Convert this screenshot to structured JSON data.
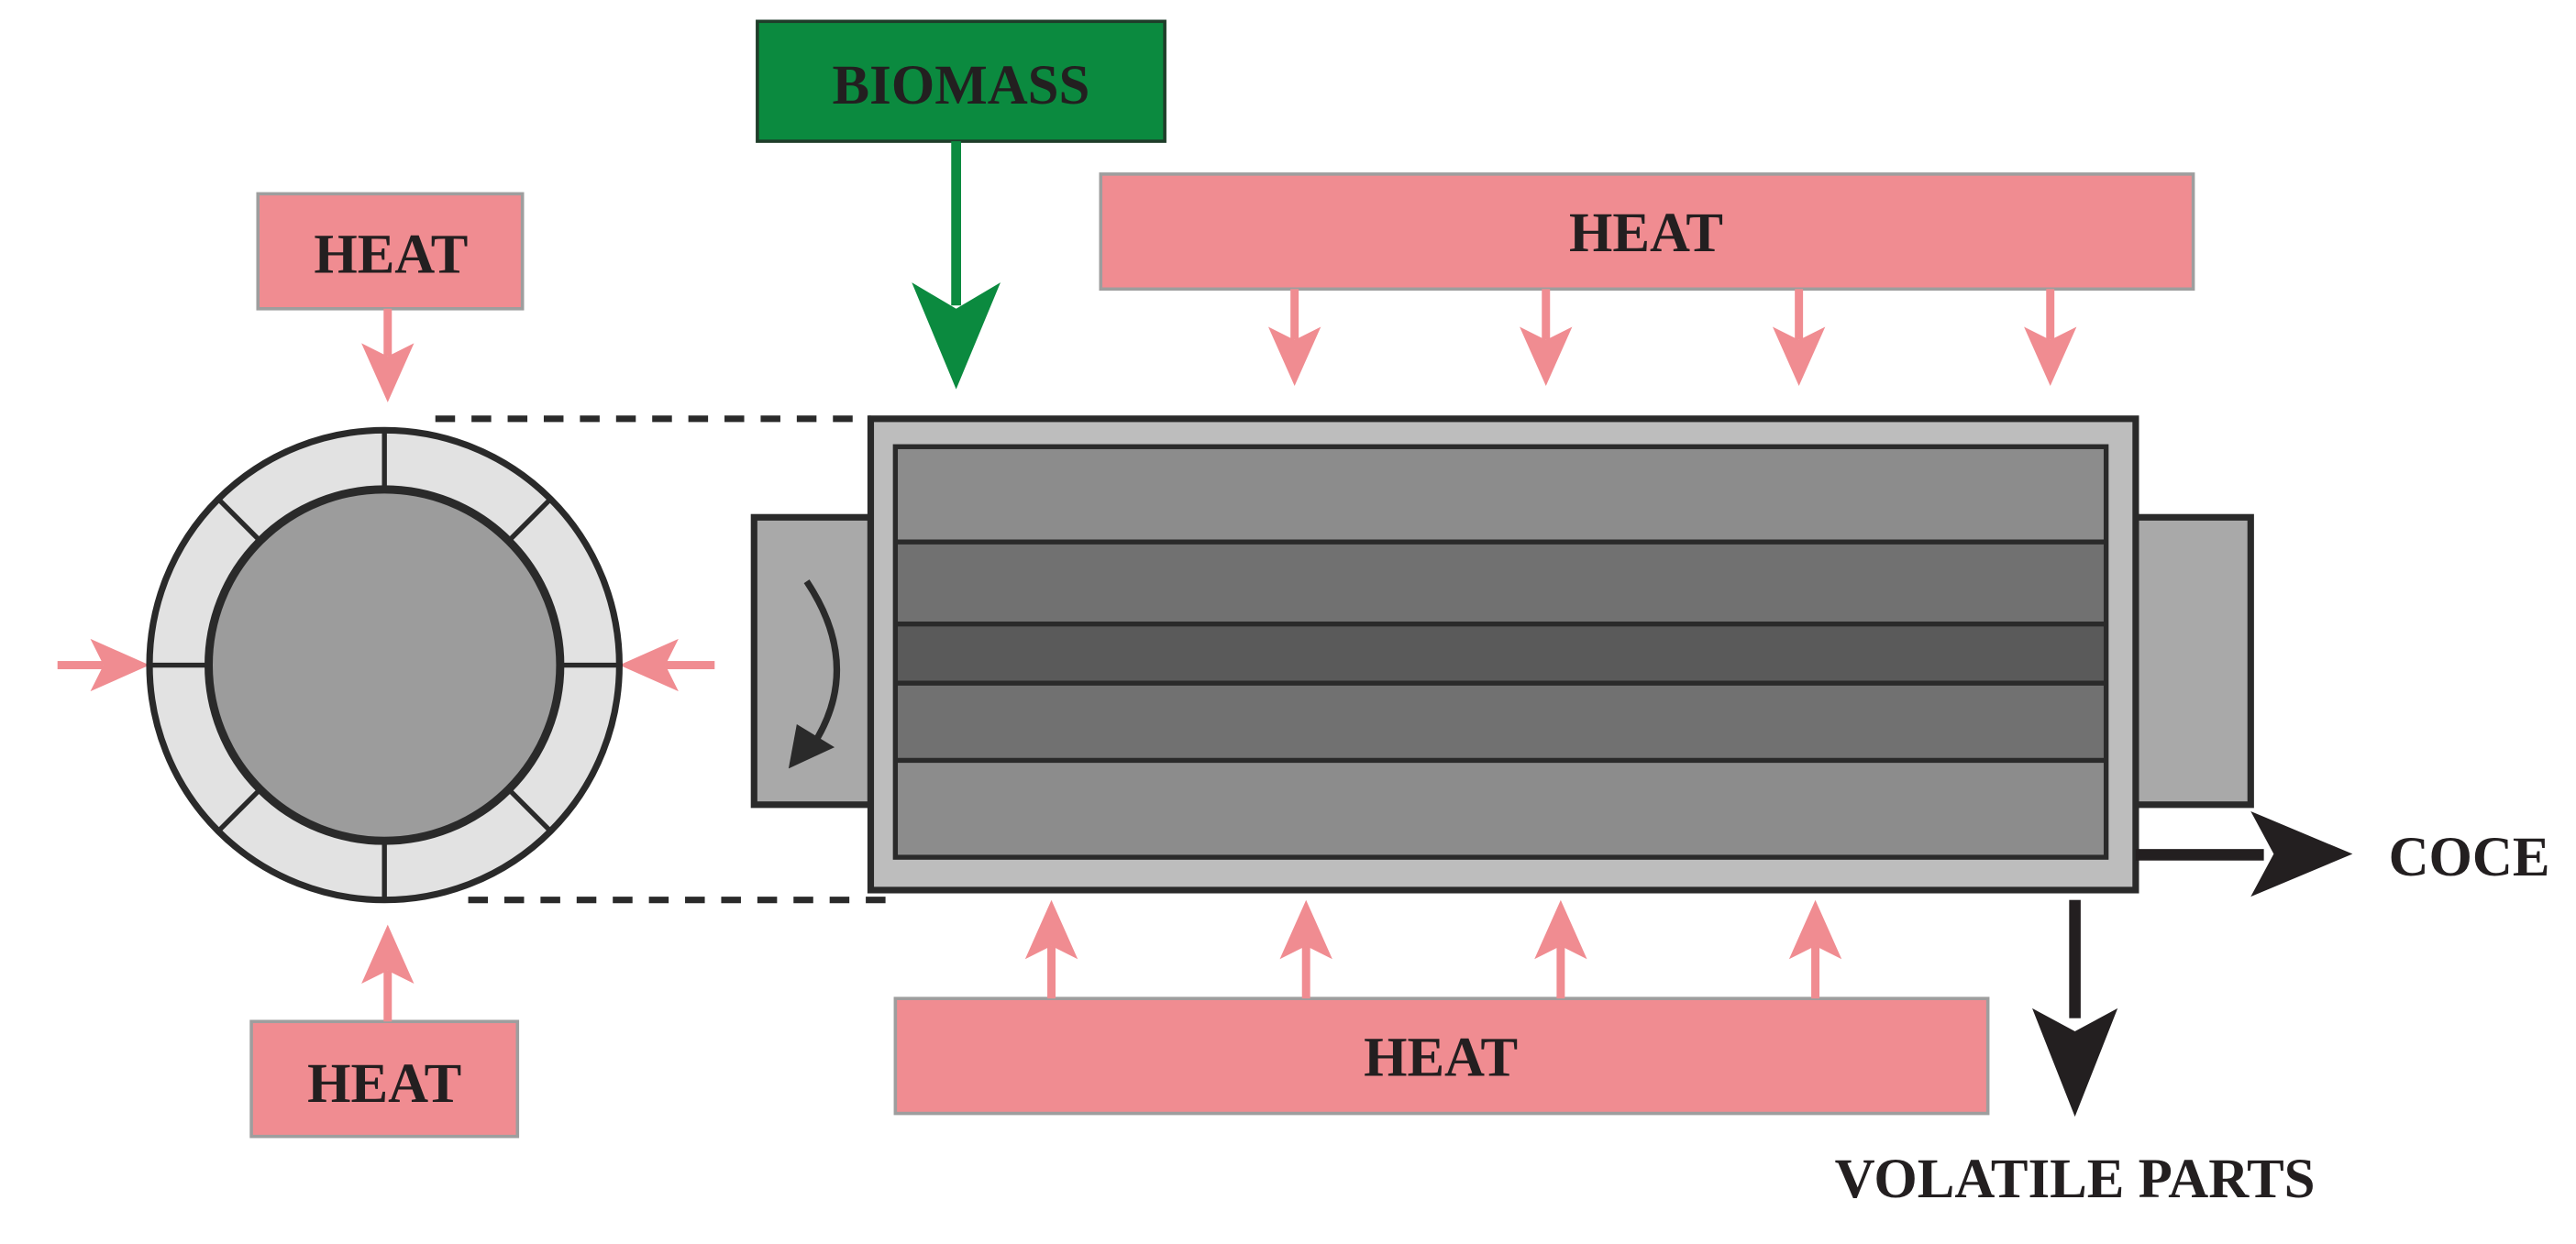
{
  "diagram": {
    "biomass_label": "BIOMASS",
    "heat_top_label": "HEAT",
    "heat_left_top_label": "HEAT",
    "heat_left_bottom_label": "HEAT",
    "heat_bottom_label": "HEAT",
    "coce_label": "COCE",
    "volatile_parts_label": "VOLATILE PARTS"
  },
  "colors": {
    "heat": "#f08c91",
    "biomass": "#0b8a3f",
    "outlet_arrow": "#231f20"
  }
}
